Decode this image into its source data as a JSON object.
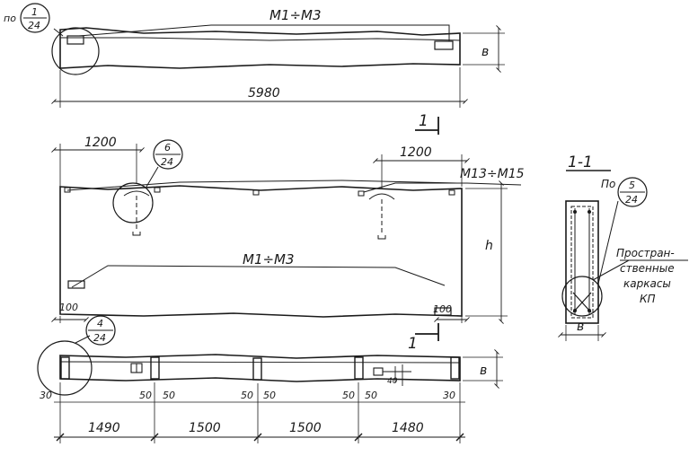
{
  "colors": {
    "ink": "#1a1a1a",
    "paper": "#ffffff"
  },
  "top_view": {
    "ref_prefix": "по",
    "ref_num": "1",
    "ref_sheet": "24",
    "rebar_label": "М1÷М3",
    "height_label": "в",
    "length_label": "5980"
  },
  "front_view": {
    "dim_left": "1200",
    "dim_right": "1200",
    "ref_num": "6",
    "ref_sheet": "24",
    "right_label": "М13÷М15",
    "bottom_label": "М1÷М3",
    "height_label": "h",
    "end_left": "100",
    "end_right": "100"
  },
  "section_marks": {
    "mark": "1"
  },
  "section": {
    "title": "1-1",
    "ref_prefix": "По",
    "ref_num": "5",
    "ref_sheet": "24",
    "callout": [
      "Простран-",
      "ственные",
      "каркасы",
      "КП"
    ],
    "width_label": "в"
  },
  "bottom_view": {
    "ref_num": "4",
    "ref_sheet": "24",
    "height_label": "в",
    "small_dims": [
      "30",
      "50",
      "50",
      "50",
      "50",
      "50",
      "50",
      "30"
    ],
    "spans": [
      "1490",
      "1500",
      "1500",
      "1480"
    ],
    "note": "40"
  }
}
